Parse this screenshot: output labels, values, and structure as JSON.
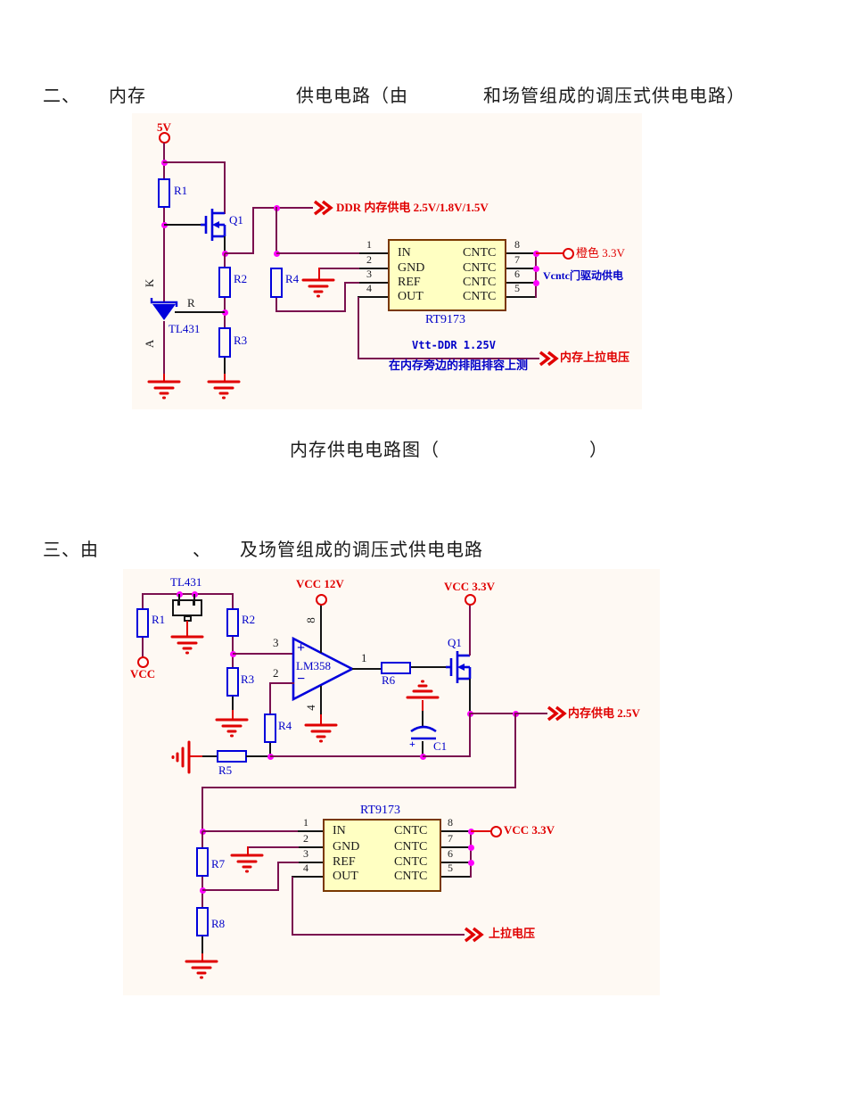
{
  "colors": {
    "wire": "#7B104F",
    "component_blue": "#0000DC",
    "label_blue": "#0000C8",
    "ground_red": "#E00000",
    "text_red": "#E00000",
    "junction_dot": "#FF00FF",
    "ic_fill": "#FFFFC2",
    "ic_border": "#7A3800"
  },
  "sections": {
    "heading2": "二、　　内存　　　　　　　　供电电路（由　　　　和场管组成的调压式供电电路）",
    "caption": "内存供电电路图（　　　　　　　　）",
    "heading3": "三、由　　　　　、　　及场管组成的调压式供电电路"
  },
  "circuit1": {
    "power_5v": "5V",
    "labels": {
      "r1": "R1",
      "q1": "Q1",
      "k": "K",
      "r": "R",
      "a": "A",
      "tl431": "TL431",
      "r2": "R2",
      "r3": "R3",
      "r4": "R4"
    },
    "ic": {
      "name": "RT9173",
      "pins_left": [
        {
          "num": "1",
          "label": "IN"
        },
        {
          "num": "2",
          "label": "GND"
        },
        {
          "num": "3",
          "label": "REF"
        },
        {
          "num": "4",
          "label": "OUT"
        }
      ],
      "pins_right": [
        {
          "num": "8",
          "label": "CNTC"
        },
        {
          "num": "7",
          "label": "CNTC"
        },
        {
          "num": "6",
          "label": "CNTC"
        },
        {
          "num": "5",
          "label": "CNTC"
        }
      ]
    },
    "annotations": {
      "ddr_output": "DDR 内存供电 2.5V/1.8V/1.5V",
      "orange_33": "橙色 3.3V",
      "vcntc": "Vcntc门驱动供电",
      "vtt": "Vtt-DDR 1.25V",
      "vtt_note": "在内存旁边的排阻排容上测",
      "pullup": "内存上拉电压"
    }
  },
  "circuit2": {
    "power": {
      "vcc": "VCC",
      "vcc_12v": "VCC 12V",
      "vcc_33_top": "VCC 3.3V",
      "vcc_33_right": "VCC 3.3V"
    },
    "labels": {
      "tl431": "TL431",
      "r1": "R1",
      "r2": "R2",
      "r3": "R3",
      "r4": "R4",
      "r5": "R5",
      "r6": "R6",
      "r7": "R7",
      "r8": "R8",
      "q1": "Q1",
      "c1": "C1",
      "opamp": "LM358",
      "plus": "+",
      "minus": "−",
      "pin1": "1",
      "pin2": "2",
      "pin3": "3",
      "pin4": "4",
      "pin8": "8"
    },
    "ic": {
      "name": "RT9173",
      "pins_left": [
        {
          "num": "1",
          "label": "IN"
        },
        {
          "num": "2",
          "label": "GND"
        },
        {
          "num": "3",
          "label": "REF"
        },
        {
          "num": "4",
          "label": "OUT"
        }
      ],
      "pins_right": [
        {
          "num": "8",
          "label": "CNTC"
        },
        {
          "num": "7",
          "label": "CNTC"
        },
        {
          "num": "6",
          "label": "CNTC"
        },
        {
          "num": "5",
          "label": "CNTC"
        }
      ]
    },
    "annotations": {
      "mem_output": "内存供电 2.5V",
      "pullup": "上拉电压"
    }
  }
}
